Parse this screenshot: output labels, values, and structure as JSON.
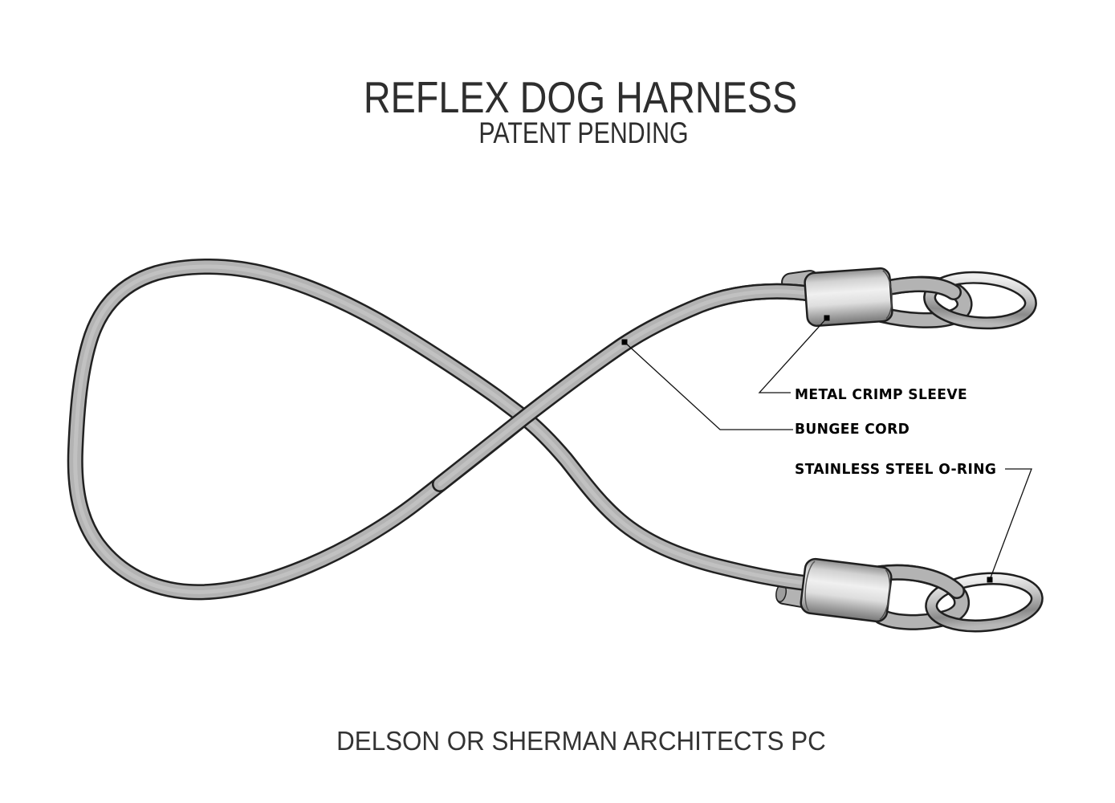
{
  "title": {
    "text": "REFLEX DOG HARNESS",
    "subtitle": "PATENT PENDING"
  },
  "callouts": [
    {
      "id": "metal-crimp-sleeve",
      "label": "METAL CRIMP SLEEVE"
    },
    {
      "id": "bungee-cord",
      "label": "BUNGEE CORD"
    },
    {
      "id": "stainless-steel-o-ring",
      "label": "STAINLESS STEEL O-RING"
    }
  ],
  "footer": {
    "text": "DELSON OR SHERMAN ARCHITECTS PC"
  },
  "colors": {
    "background": "#ffffff",
    "cord_fill": "#b3b3b3",
    "cord_highlight": "#c4c4c4",
    "cord_outline": "#212121",
    "metal_light": "#ececec",
    "metal_dark": "#8a8a8a",
    "leader_line": "#111111",
    "title_text": "#2e2e2e",
    "label_text": "#000000"
  }
}
